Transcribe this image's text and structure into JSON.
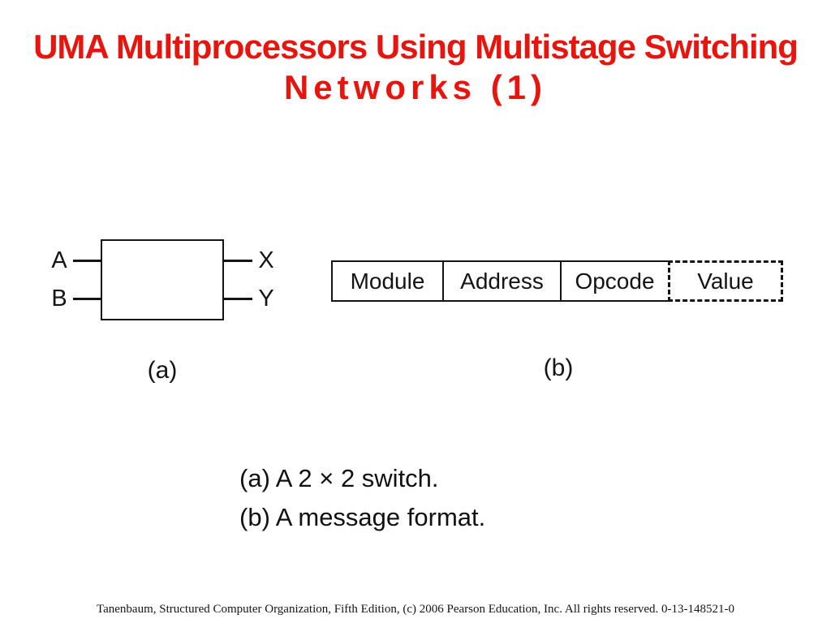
{
  "slide": {
    "title_lines": [
      "UMA Multiprocessors Using Multistage Switching",
      "Networks (1)"
    ],
    "title_color": "#e8150f",
    "ink_color": "#141414",
    "footer": "Tanenbaum, Structured Computer Organization, Fifth Edition, (c) 2006 Pearson Education, Inc. All rights reserved. 0-13-148521-0"
  },
  "diagram_a": {
    "inputs": [
      "A",
      "B"
    ],
    "outputs": [
      "X",
      "Y"
    ],
    "label": "(a)"
  },
  "diagram_b": {
    "fields": [
      "Module",
      "Address",
      "Opcode"
    ],
    "optional_field": "Value",
    "label": "(b)"
  },
  "captions": [
    "(a) A 2 × 2 switch.",
    "(b) A message format."
  ]
}
